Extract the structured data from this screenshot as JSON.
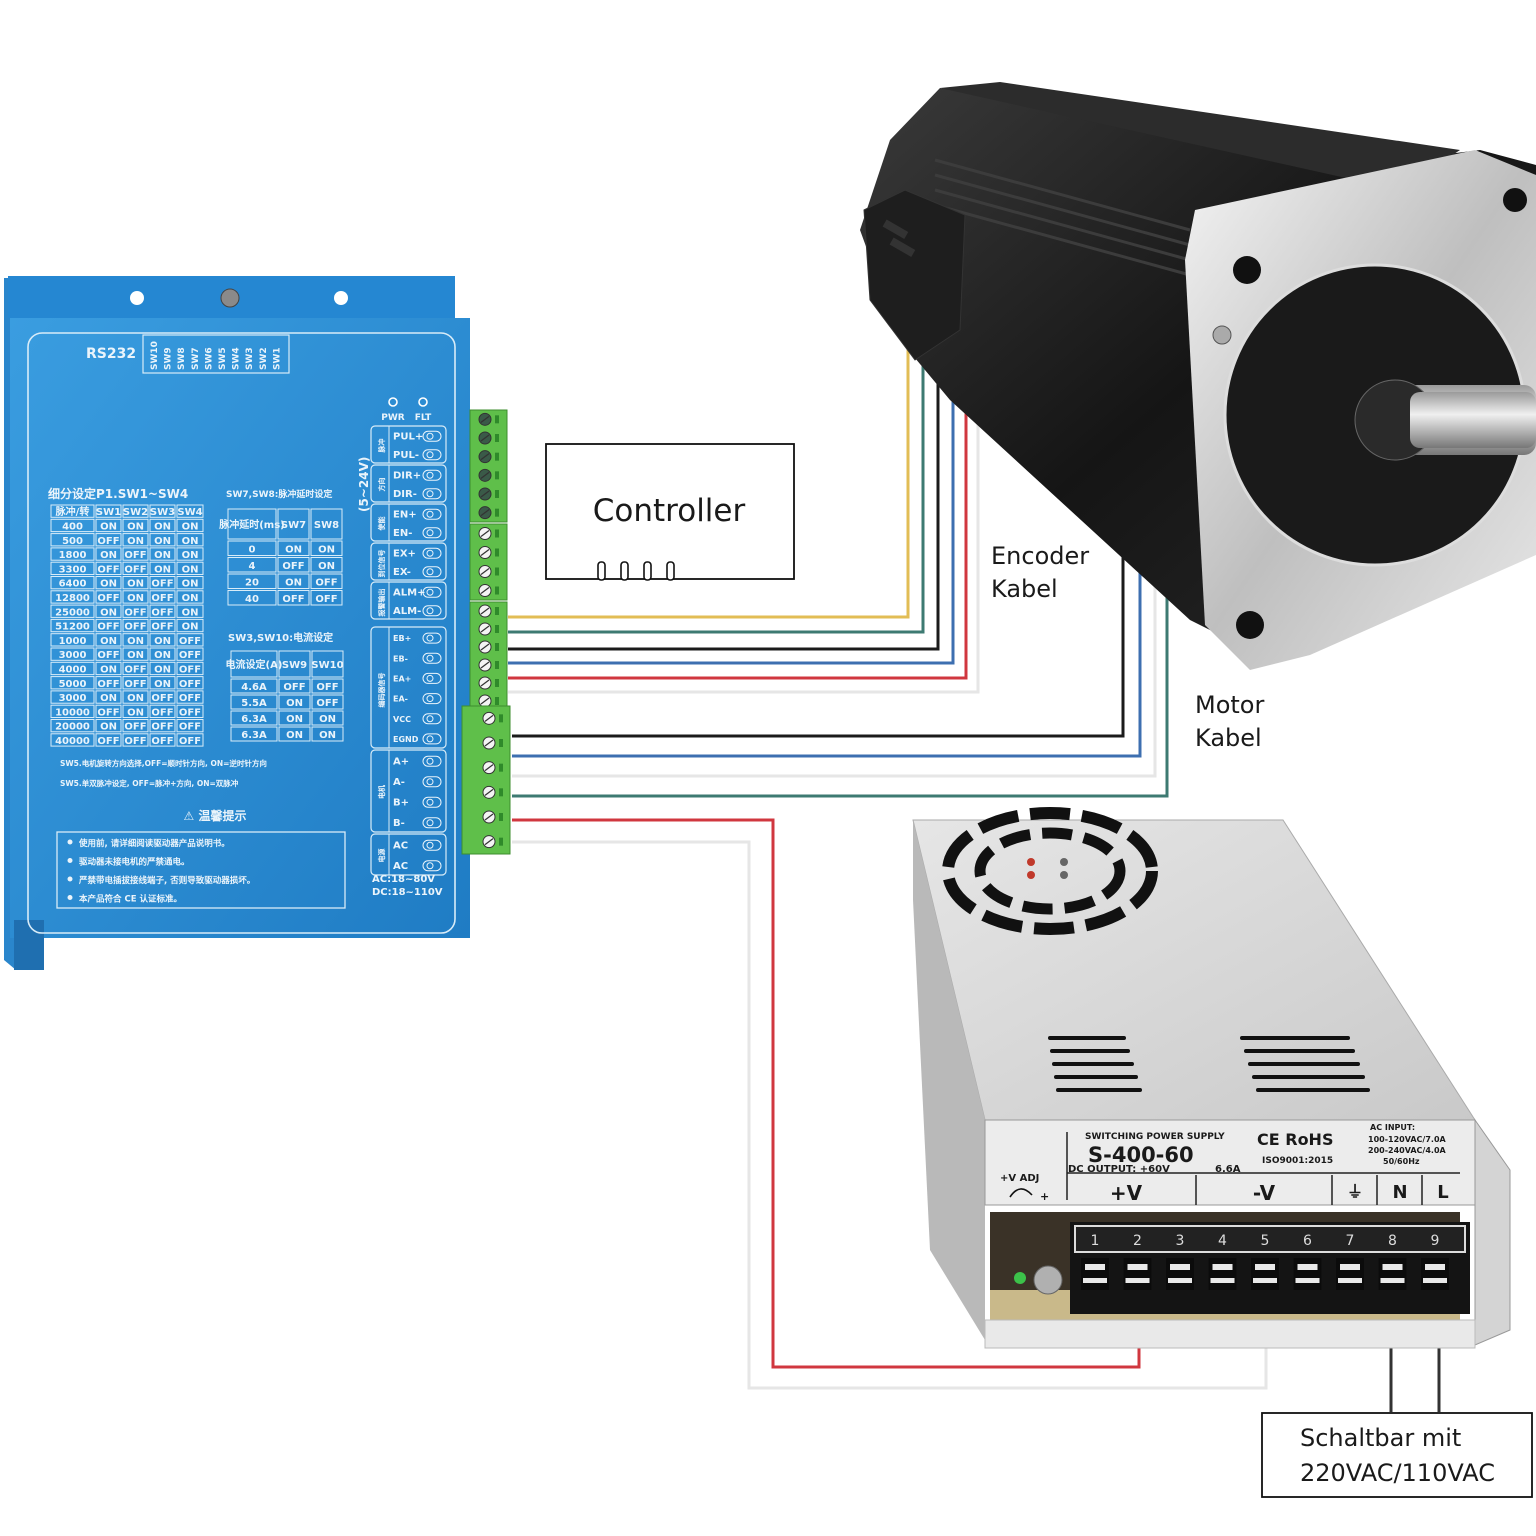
{
  "diagram": {
    "controller": {
      "label": "Controller"
    },
    "encoder_label": {
      "line1": "Encoder",
      "line2": "Kabel"
    },
    "motor_label": {
      "line1": "Motor",
      "line2": "Kabel"
    },
    "switch_note": {
      "line1": "Schaltbar mit",
      "line2": "220VAC/110VAC"
    },
    "wire_colors": {
      "yellow": "#e2bd55",
      "teal": "#3d7a72",
      "black": "#1b1b1b",
      "blue": "#3d6fb0",
      "red": "#d0373f",
      "white": "#e6e6e6"
    }
  },
  "driver": {
    "color": "#2b8fd6",
    "rs232": "RS232",
    "dip_switches": [
      "SW10",
      "SW9",
      "SW8",
      "SW7",
      "SW6",
      "SW5",
      "SW4",
      "SW3",
      "SW2",
      "SW1"
    ],
    "leds": [
      "PWR",
      "FLT"
    ],
    "signal_voltage": "(5~24V)",
    "microstep_title": "细分设定P1.SW1~SW4",
    "microstep_headers": [
      "脉冲/转",
      "SW1",
      "SW2",
      "SW3",
      "SW4"
    ],
    "microstep_rows": [
      [
        "400",
        "ON",
        "ON",
        "ON",
        "ON"
      ],
      [
        "500",
        "OFF",
        "ON",
        "ON",
        "ON"
      ],
      [
        "1800",
        "ON",
        "OFF",
        "ON",
        "ON"
      ],
      [
        "3300",
        "OFF",
        "OFF",
        "ON",
        "ON"
      ],
      [
        "6400",
        "ON",
        "ON",
        "OFF",
        "ON"
      ],
      [
        "12800",
        "OFF",
        "ON",
        "OFF",
        "ON"
      ],
      [
        "25000",
        "ON",
        "OFF",
        "OFF",
        "ON"
      ],
      [
        "51200",
        "OFF",
        "OFF",
        "OFF",
        "ON"
      ],
      [
        "1000",
        "ON",
        "ON",
        "ON",
        "OFF"
      ],
      [
        "3000",
        "OFF",
        "ON",
        "ON",
        "OFF"
      ],
      [
        "4000",
        "ON",
        "OFF",
        "ON",
        "OFF"
      ],
      [
        "5000",
        "OFF",
        "OFF",
        "ON",
        "OFF"
      ],
      [
        "3000",
        "ON",
        "ON",
        "OFF",
        "OFF"
      ],
      [
        "10000",
        "OFF",
        "ON",
        "OFF",
        "OFF"
      ],
      [
        "20000",
        "ON",
        "OFF",
        "OFF",
        "OFF"
      ],
      [
        "40000",
        "OFF",
        "OFF",
        "OFF",
        "OFF"
      ]
    ],
    "delay_title": "SW7,SW8:脉冲延时设定",
    "delay_headers": [
      "脉冲延时(ms)",
      "SW7",
      "SW8"
    ],
    "delay_rows": [
      [
        "0",
        "ON",
        "ON"
      ],
      [
        "4",
        "OFF",
        "ON"
      ],
      [
        "20",
        "ON",
        "OFF"
      ],
      [
        "40",
        "OFF",
        "OFF"
      ]
    ],
    "current_title": "SW3,SW10:电流设定",
    "current_headers": [
      "电流设定(A)",
      "SW9",
      "SW10"
    ],
    "current_rows": [
      [
        "4.6A",
        "OFF",
        "OFF"
      ],
      [
        "5.5A",
        "ON",
        "OFF"
      ],
      [
        "6.3A",
        "ON",
        "ON"
      ],
      [
        "6.3A",
        "ON",
        "ON"
      ]
    ],
    "note1": "SW5.电机旋转方向选择,OFF=顺时针方向, ON=逆时针方向",
    "note2": "SW5.单双脉冲设定, OFF=脉冲+方向, ON=双脉冲",
    "warning_title": "⚠ 温馨提示",
    "warnings": [
      "使用前, 请详细阅读驱动器产品说明书。",
      "驱动器未接电机的严禁通电。",
      "严禁带电插拔接线端子, 否则导致驱动器损坏。",
      "本产品符合 CE 认证标准。"
    ],
    "terminals": [
      {
        "group": "脉冲",
        "pins": [
          "PUL+",
          "PUL-"
        ]
      },
      {
        "group": "方向",
        "pins": [
          "DIR+",
          "DIR-"
        ]
      },
      {
        "group": "使能",
        "pins": [
          "EN+",
          "EN-"
        ]
      },
      {
        "group": "到位信号",
        "pins": [
          "EX+",
          "EX-"
        ]
      },
      {
        "group": "报警输出",
        "pins": [
          "ALM+",
          "ALM-"
        ]
      },
      {
        "group": "编码器信号",
        "pins": [
          "EB+",
          "EB-",
          "EA+",
          "EA-",
          "VCC",
          "EGND"
        ]
      },
      {
        "group": "电机",
        "pins": [
          "A+",
          "A-",
          "B+",
          "B-"
        ]
      },
      {
        "group": "电源",
        "pins": [
          "AC",
          "AC"
        ]
      }
    ],
    "supply_ac": "AC:18~80V",
    "supply_dc": "DC:18~110V"
  },
  "psu": {
    "heading": "SWITCHING POWER SUPPLY",
    "model": "S-400-60",
    "certs": "CE RoHS",
    "iso": "ISO9001:2015",
    "dc_output": "DC OUTPUT:  +60V",
    "dc_current": "6.6A",
    "ac_input": [
      "AC INPUT:",
      "100-120VAC/7.0A",
      "200-240VAC/4.0A",
      "50/60Hz"
    ],
    "adj": "+V ADJ",
    "adj_plus": "+",
    "terminal_labels": [
      "+V",
      "-V",
      "⏚",
      "N",
      "L"
    ],
    "terminal_numbers": [
      "1",
      "2",
      "3",
      "4",
      "5",
      "6",
      "7",
      "8",
      "9"
    ]
  }
}
